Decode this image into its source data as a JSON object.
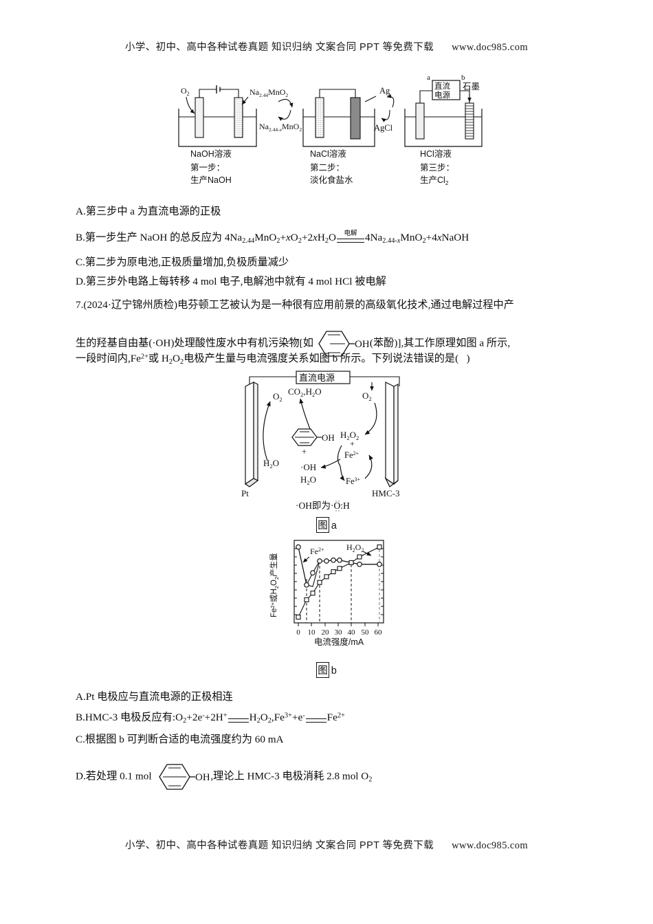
{
  "watermark": {
    "text": "小学、初中、高中各种试卷真题 知识归纳 文案合同 PPT 等免费下载",
    "url": "www.doc985.com"
  },
  "figure_top": {
    "cells": [
      {
        "id": "step1",
        "solution": "NaOH溶液",
        "step_label": "第一步：",
        "step_desc": "生产NaOH",
        "left_species": "O2",
        "right_species": "Na2.44MnO2",
        "cycle_product": "Na2.44-xMnO2"
      },
      {
        "id": "step2",
        "solution": "NaCl溶液",
        "step_label": "第二步：",
        "step_desc": "淡化食盐水",
        "cycle_top": "Ag",
        "cycle_bottom": "AgCl"
      },
      {
        "id": "step3",
        "solution": "HCl溶液",
        "step_label": "第三步：",
        "step_desc": "生产Cl2",
        "power_label_line1": "直流",
        "power_label_line2": "电源",
        "terminal_a": "a",
        "terminal_b": "b",
        "right_electrode": "石墨"
      }
    ]
  },
  "q6_options": {
    "A": "A.第三步中 a 为直流电源的正极",
    "B_prefix": "B.第一步生产 NaOH 的总反应为 4Na",
    "B_arrow_caption": "电解",
    "C": "C.第二步为原电池,正极质量增加,负极质量减少",
    "D": "D.第三步外电路上每转移 4 mol 电子,电解池中就有 4 mol HCl 被电解"
  },
  "q7": {
    "number": "7.",
    "source": "(2024·辽宁锦州质检)",
    "stem_line1_rest": "电芬顿工艺被认为是一种很有应用前景的高级氧化技术,通过电解过程中产",
    "stem_line2_a": "生的羟基自由基(·OH)处理酸性废水中有机污染物[如",
    "stem_line2_b": "(苯酚)],其工作原理如图 a 所示,",
    "stem_line3_a": "一段时间内,Fe",
    "stem_line3_b": "或 H",
    "stem_line3_c": "电极产生量与电流强度关系如图 b 所示。下列说法错误的是(",
    "stem_line3_d": ")",
    "options": {
      "A": "A.Pt 电极应与直流电源的正极相连",
      "B_prefix": "B.HMC-3 电极反应有:",
      "C": "C.根据图 b 可判断合适的电流强度约为 60 mA",
      "D_prefix": "D.若处理 0.1 mol",
      "D_suffix": ",理论上 HMC-3 电极消耗 2.8 mol O"
    }
  },
  "figure_a": {
    "caption": "图 a",
    "caption_char": "图",
    "caption_letter": "a",
    "power_source": "直流电源",
    "left_electrode": "Pt",
    "right_electrode": "HMC-3",
    "left_product": "O2",
    "left_reactant": "H2O",
    "top_product": "CO2,H2O",
    "right_reactant": "O2",
    "peroxide": "H2O2",
    "iron2": "Fe2+",
    "iron3": "Fe3+",
    "radical": "·OH",
    "water": "H2O",
    "plus": "+",
    "note": "·OH即为·O:H"
  },
  "chart_data": {
    "type": "line",
    "title": "",
    "caption": "图 b",
    "caption_char": "图",
    "caption_letter": "b",
    "xlabel": "电流强度/mA",
    "ylabel": "Fe²⁺或H₂O₂产生量",
    "xlim": [
      -3,
      66
    ],
    "ylim": [
      0,
      100
    ],
    "xticks": [
      0,
      10,
      20,
      30,
      40,
      50,
      60
    ],
    "xticklabels": [
      "0",
      "10",
      "20",
      "30",
      "40",
      "50",
      "60"
    ],
    "yticks_shown": false,
    "grid": false,
    "guide_lines_x": [
      6,
      16,
      40,
      61
    ],
    "legend_position": "inline-annotation",
    "series": [
      {
        "name": "Fe2+",
        "label": "Fe²⁺",
        "marker": "circle",
        "points": [
          {
            "x": 0,
            "y": 92
          },
          {
            "x": 6,
            "y": 46
          },
          {
            "x": 11,
            "y": 60
          },
          {
            "x": 16,
            "y": 75
          },
          {
            "x": 21,
            "y": 75
          },
          {
            "x": 26,
            "y": 76
          },
          {
            "x": 31,
            "y": 76
          },
          {
            "x": 46,
            "y": 71
          },
          {
            "x": 61,
            "y": 71
          }
        ]
      },
      {
        "name": "H2O2",
        "label": "H₂O₂",
        "marker": "square",
        "points": [
          {
            "x": 0,
            "y": 7
          },
          {
            "x": 6,
            "y": 28
          },
          {
            "x": 11,
            "y": 36
          },
          {
            "x": 16,
            "y": 49
          },
          {
            "x": 21,
            "y": 56
          },
          {
            "x": 26,
            "y": 62
          },
          {
            "x": 31,
            "y": 66
          },
          {
            "x": 40,
            "y": 73
          },
          {
            "x": 46,
            "y": 80
          },
          {
            "x": 61,
            "y": 92
          }
        ]
      }
    ]
  }
}
